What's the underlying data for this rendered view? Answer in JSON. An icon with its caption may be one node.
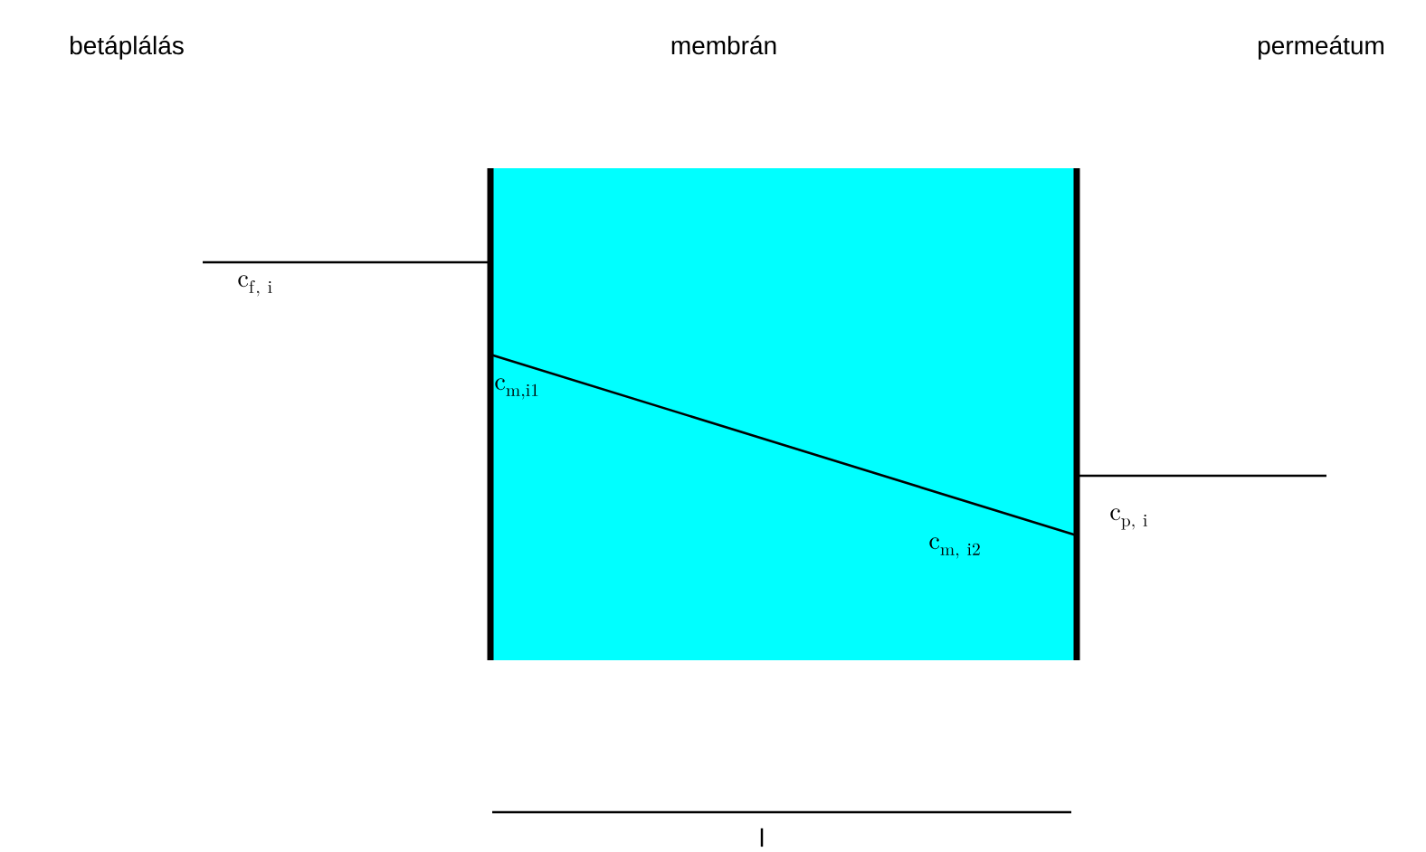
{
  "diagram": {
    "labels": [
      "betáplálás",
      "membrán",
      "permeátum",
      "\\mathrm{c}_{\\mathrm{f,\\ i}}",
      "\\mathrm{c}_{\\mathrm{m,i1}}",
      "\\mathrm{c}_{\\mathrm{m,\\ i2}}",
      "\\mathrm{c}_{\\mathrm{p,\\ i}}",
      "l"
    ]
  }
}
